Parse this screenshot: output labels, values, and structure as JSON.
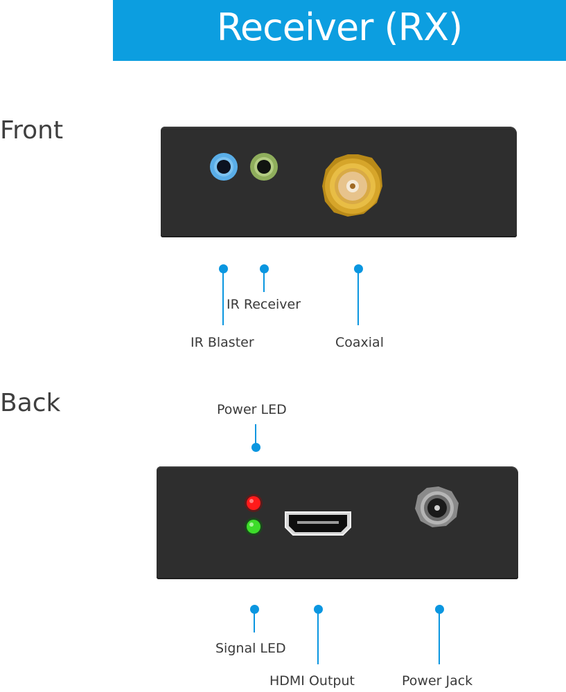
{
  "header": {
    "title": "Receiver (RX)",
    "accent_color": "#0c9ee0"
  },
  "sections": {
    "front": {
      "label": "Front",
      "callouts": [
        {
          "name": "ir-blaster",
          "label": "IR Blaster"
        },
        {
          "name": "ir-receiver",
          "label": "IR Receiver"
        },
        {
          "name": "coaxial",
          "label": "Coaxial"
        }
      ]
    },
    "back": {
      "label": "Back",
      "callouts": [
        {
          "name": "power-led",
          "label": "Power LED"
        },
        {
          "name": "signal-led",
          "label": "Signal LED"
        },
        {
          "name": "hdmi-output",
          "label": "HDMI Output"
        },
        {
          "name": "power-jack",
          "label": "Power Jack"
        }
      ]
    }
  },
  "colors": {
    "callout": "#0a96e0",
    "device_body": "#2e2e2e",
    "ir_blaster_port": "#5aaee8",
    "ir_receiver_port": "#9dbf6a",
    "coax_gold": "#c9961e",
    "power_led": "#ff1a1a",
    "signal_led": "#3ddc2a"
  }
}
